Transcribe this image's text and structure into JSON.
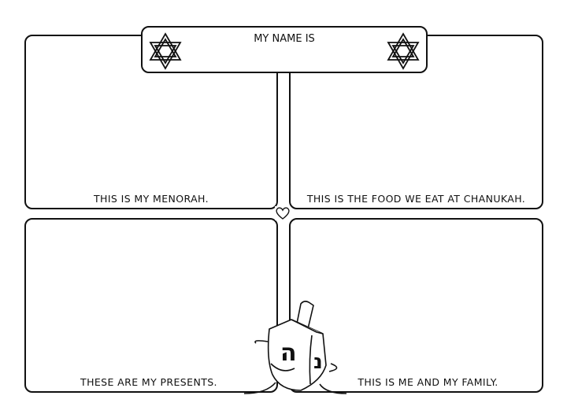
{
  "header": {
    "title": "MY NAME IS"
  },
  "panels": [
    {
      "label": "THIS IS MY MENORAH."
    },
    {
      "label": "THIS IS THE FOOD WE EAT AT CHANUKAH."
    },
    {
      "label": "THESE ARE MY PRESENTS."
    },
    {
      "label": "THIS IS ME AND MY FAMILY."
    }
  ],
  "dreidel": {
    "letters": [
      "ה",
      "נ"
    ]
  }
}
